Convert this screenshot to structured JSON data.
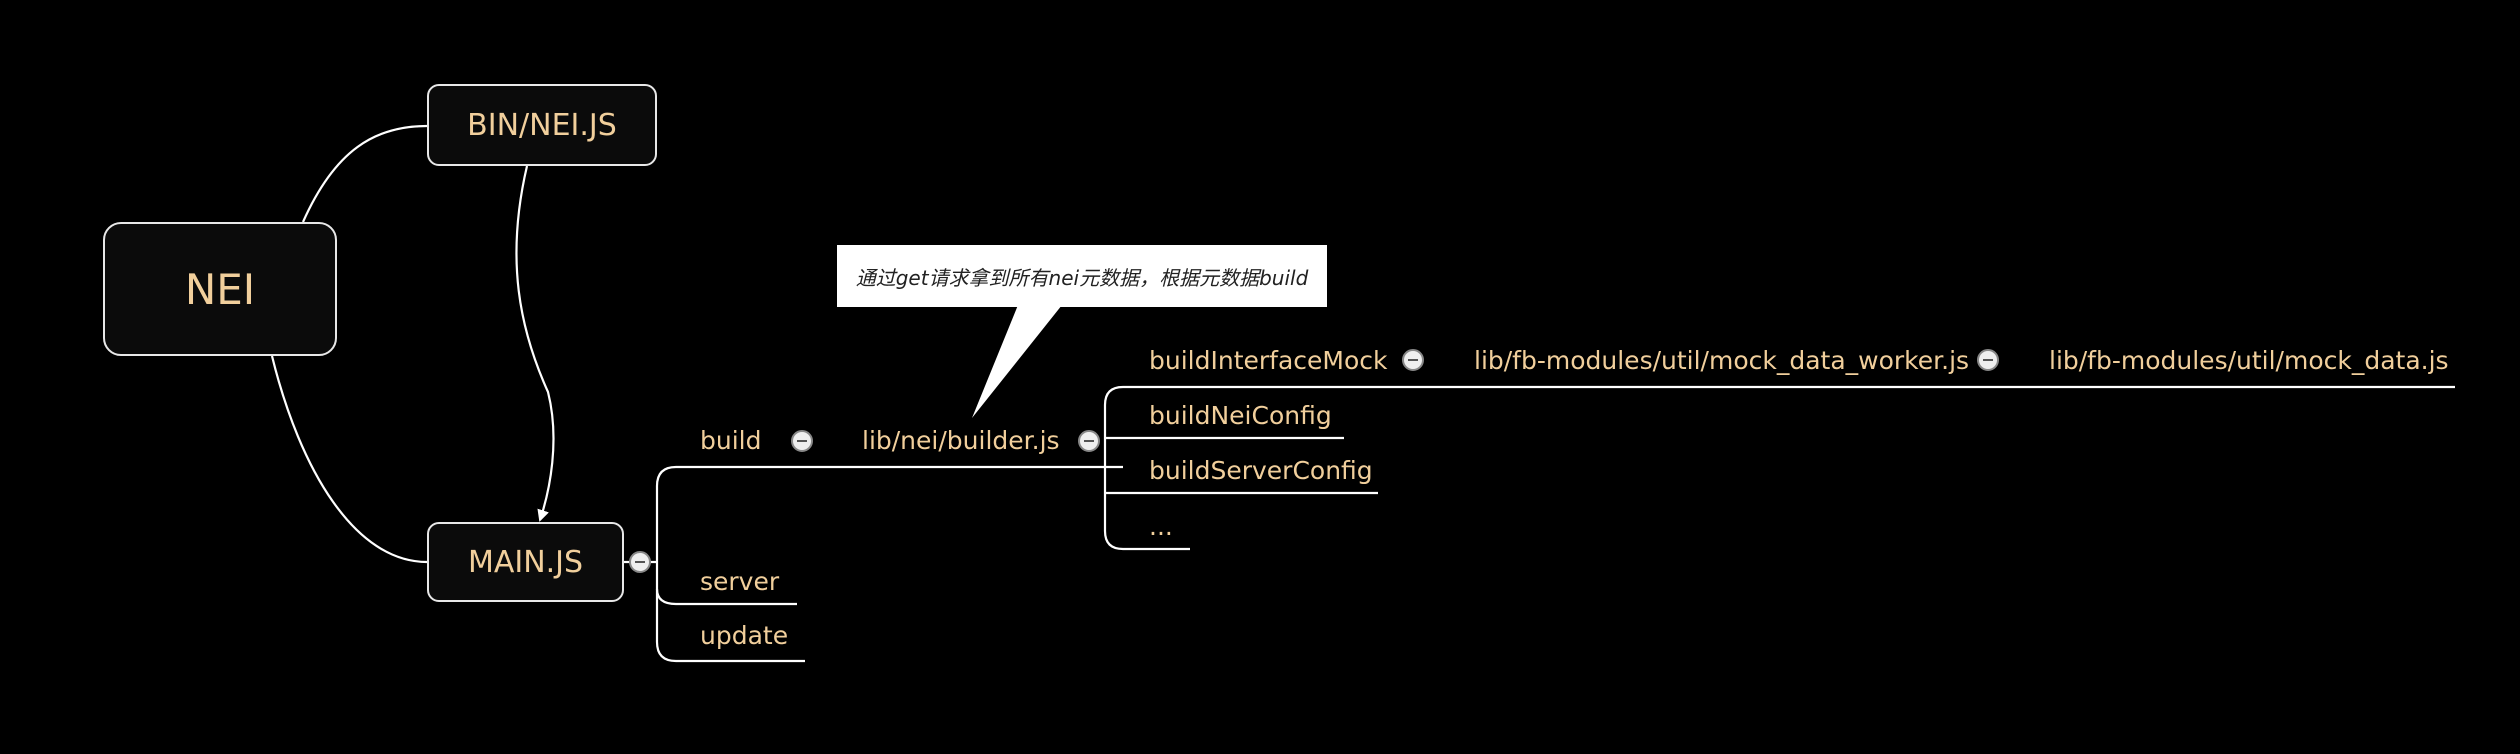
{
  "root": {
    "label": "NEI"
  },
  "bin": {
    "label": "BIN/NEI.JS"
  },
  "main": {
    "label": "MAIN.JS"
  },
  "commands": {
    "build": "build",
    "server": "server",
    "update": "update"
  },
  "builder": {
    "label": "lib/nei/builder.js"
  },
  "builder_children": {
    "interface_mock": "buildInterfaceMock",
    "nei_config": "buildNeiConfig",
    "server_config": "buildServerConfig",
    "more": "..."
  },
  "mock_chain": {
    "worker": "lib/fb-modules/util/mock_data_worker.js",
    "data": "lib/fb-modules/util/mock_data.js"
  },
  "callout": {
    "text": "通过get请求拿到所有nei元数据，根据元数据build"
  },
  "colors": {
    "background": "#000000",
    "node_text": "#f1cf9c",
    "line": "#ffffff",
    "box_border": "#e8e8e8"
  }
}
